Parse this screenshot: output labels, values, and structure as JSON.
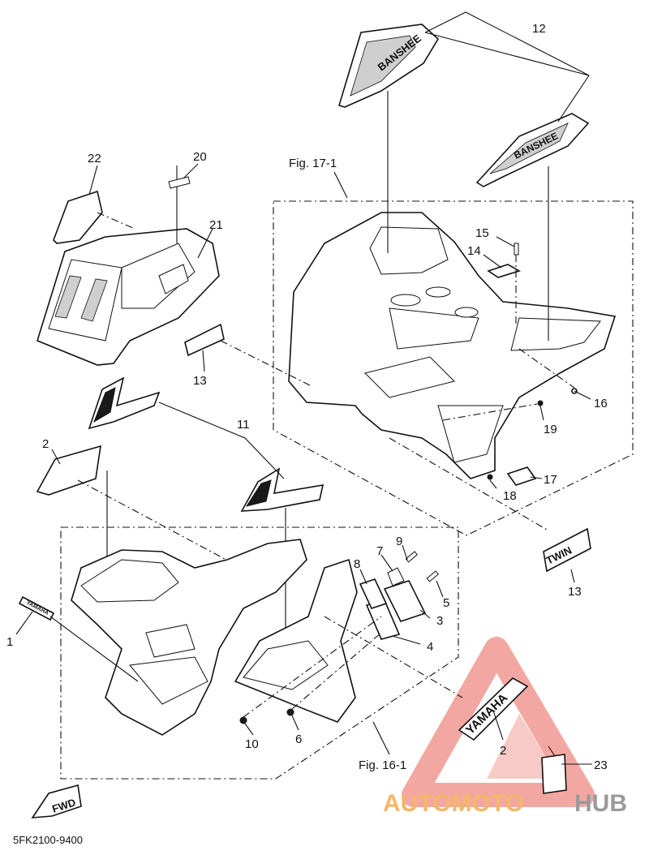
{
  "diagram": {
    "part_code": "5FK2100-9400",
    "figure_refs": [
      "Fig. 17-1",
      "Fig. 16-1"
    ],
    "callouts": [
      "1",
      "2",
      "3",
      "4",
      "5",
      "6",
      "7",
      "8",
      "9",
      "10",
      "11",
      "12",
      "13",
      "14",
      "15",
      "16",
      "17",
      "18",
      "19",
      "20",
      "21",
      "22",
      "23"
    ],
    "callout_repeat": {
      "two": "2",
      "thirteen": "13"
    },
    "decal_text": {
      "banshee": "BANSHEE",
      "yamaha": "YAMAHA",
      "twin": "TWIN",
      "fwd": "FWD"
    }
  },
  "watermark": {
    "brand_part1": "AUTOMOTO",
    "brand_part2": "HUB",
    "triangle_color": "#f08a84",
    "text_color_1": "#f4b768",
    "text_color_2": "#9a9a9a"
  }
}
